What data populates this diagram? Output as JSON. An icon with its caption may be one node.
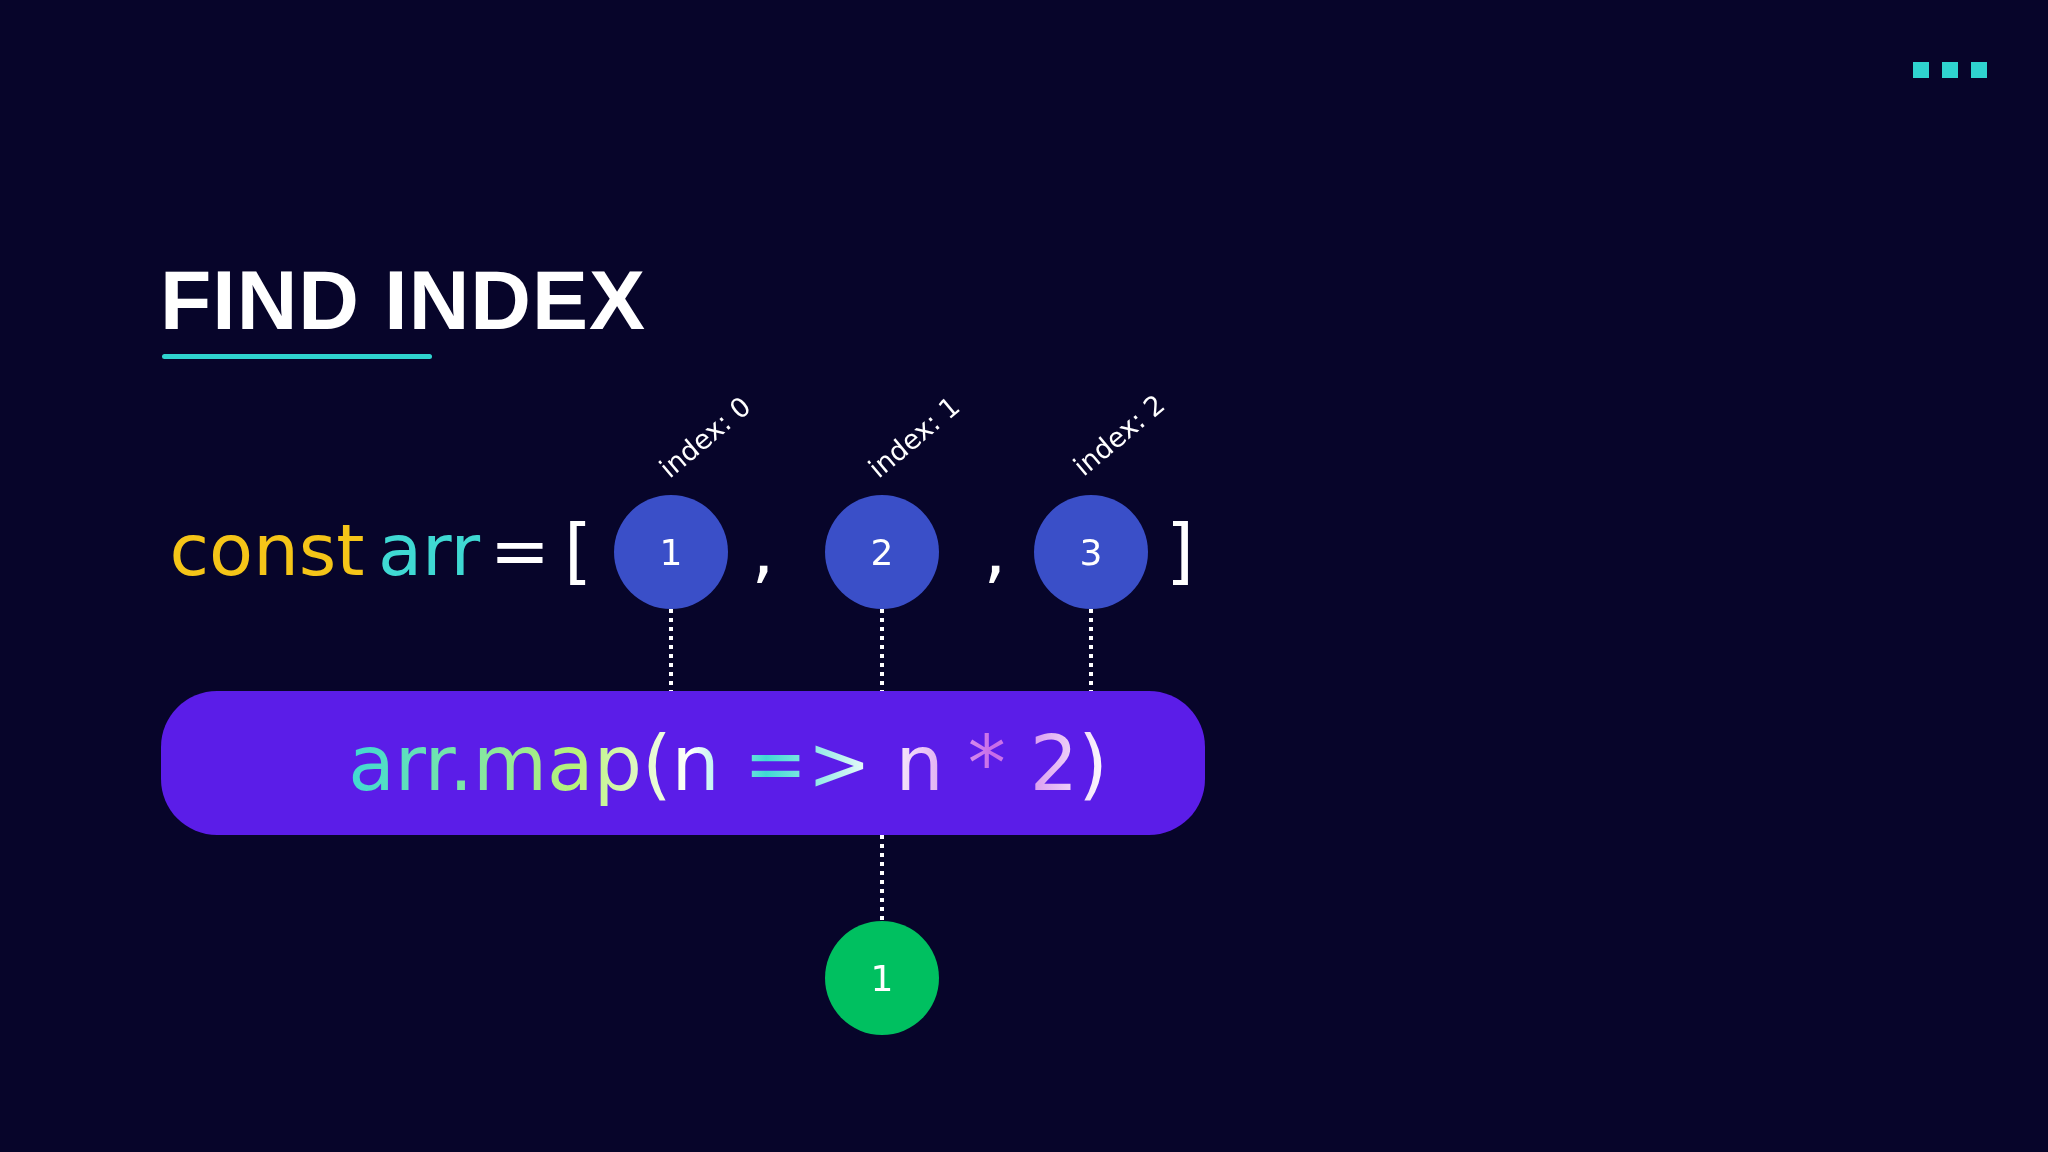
{
  "diagram": {
    "title": "FIND INDEX",
    "nodes": [
      {
        "text": [
          "1"
        ],
        "beside": [
          "index: 0"
        ]
      },
      {
        "text": [
          "2"
        ],
        "beside": [
          "index: 1"
        ]
      },
      {
        "text": [
          "3"
        ],
        "beside": [
          "index: 2"
        ]
      },
      {
        "text": [
          "arr.map(n => n * 2)"
        ]
      },
      {
        "text": [
          "1"
        ]
      }
    ],
    "edges": [
      {
        "from": 0,
        "to": 3,
        "arrow": "none",
        "style": "dashed"
      },
      {
        "from": 1,
        "to": 3,
        "arrow": "none",
        "style": "dashed"
      },
      {
        "from": 2,
        "to": 3,
        "arrow": "none",
        "style": "dashed"
      },
      {
        "from": 3,
        "to": 4,
        "arrow": "none",
        "style": "dashed"
      }
    ],
    "labels": [
      "const",
      "arr",
      "=",
      "[",
      ",",
      ",",
      "]"
    ]
  }
}
